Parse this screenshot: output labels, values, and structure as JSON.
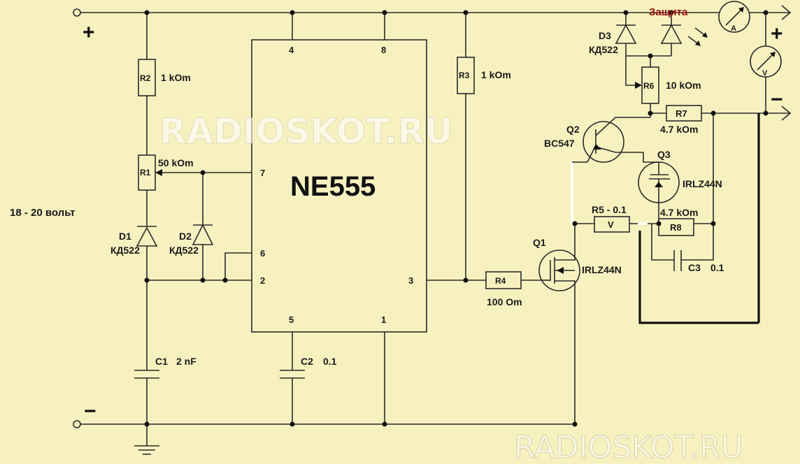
{
  "chip": {
    "name": "NE555",
    "pins": {
      "p4": "4",
      "p8": "8",
      "p7": "7",
      "p6": "6",
      "p2": "2",
      "p3": "3",
      "p5": "5",
      "p1": "1"
    }
  },
  "supply": {
    "plus": "+",
    "minus": "−",
    "voltage": "18 - 20 вольт"
  },
  "output": {
    "plus": "+",
    "minus": "−",
    "ammeter": "A",
    "voltmeter": "V"
  },
  "components": {
    "r2": {
      "name": "R2",
      "value": "1 kOm"
    },
    "r1": {
      "name": "R1",
      "value": "50 kOm"
    },
    "r3": {
      "name": "R3",
      "value": "1 kOm"
    },
    "r4": {
      "name": "R4",
      "value": "100 Om"
    },
    "r5": {
      "name": "R5 - 0.1",
      "symbol": "V"
    },
    "r6": {
      "name": "R6",
      "value": "10 kOm"
    },
    "r7": {
      "name": "R7",
      "value": "4.7 kOm"
    },
    "r8": {
      "name": "R8",
      "value": "4.7 kOm"
    },
    "d1": {
      "name": "D1",
      "value": "КД522"
    },
    "d2": {
      "name": "D2",
      "value": "КД522"
    },
    "d3": {
      "name": "D3",
      "value": "КД522"
    },
    "c1": {
      "name": "C1",
      "value": "2 nF"
    },
    "c2": {
      "name": "C2",
      "value": "0.1"
    },
    "c3": {
      "name": "C3",
      "value": "0.1"
    },
    "q1": {
      "name": "Q1",
      "value": "IRLZ44N"
    },
    "q2": {
      "name": "Q2",
      "value": "BC547"
    },
    "q3": {
      "name": "Q3",
      "value": "IRLZ44N"
    },
    "led": {
      "label": "Защита"
    }
  },
  "watermarks": {
    "center": "RADIOSKOT.RU",
    "corner": "RADIOSKOT.RU"
  },
  "colors": {
    "background": "#f6f1bf",
    "wire": "#2a2a2a",
    "led_label": "#9a1010"
  }
}
